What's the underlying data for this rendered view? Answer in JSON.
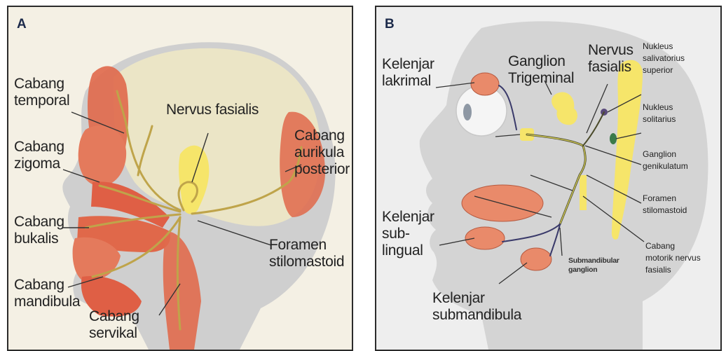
{
  "panel_a": {
    "letter": "A",
    "labels": {
      "temporal_1": "Cabang",
      "temporal_2": "temporal",
      "zigoma_1": "Cabang",
      "zigoma_2": "zigoma",
      "bukalis_1": "Cabang",
      "bukalis_2": "bukalis",
      "mandibula_1": "Cabang",
      "mandibula_2": "mandibula",
      "servikal_1": "Cabang",
      "servikal_2": "servikal",
      "nervus": "Nervus fasialis",
      "aurikula_1": "Cabang",
      "aurikula_2": "aurikula",
      "aurikula_3": "posterior",
      "foramen_1": "Foramen",
      "foramen_2": "stilomastoid"
    }
  },
  "panel_b": {
    "letter": "B",
    "labels": {
      "lakrimal_1": "Kelenjar",
      "lakrimal_2": "lakrimal",
      "ganglion_trig_1": "Ganglion",
      "ganglion_trig_2": "Trigeminal",
      "nervus_1": "Nervus",
      "nervus_2": "fasialis",
      "salivatorius_1": "Nukleus",
      "salivatorius_2": "salivatorius",
      "salivatorius_3": "superior",
      "solitarius_1": "Nukleus",
      "solitarius_2": "solitarius",
      "genikulatum_1": "Ganglion",
      "genikulatum_2": "genikulatum",
      "foramen_1": "Foramen",
      "foramen_2": "stilomastoid",
      "motorik_1": "Cabang",
      "motorik_2": "motorik nervus",
      "motorik_3": "fasialis",
      "sublingual_1": "Kelenjar",
      "sublingual_2": "sub-",
      "sublingual_3": "lingual",
      "submandibular_1": "Submandibular",
      "submandibular_2": "ganglion",
      "submandibula_1": "Kelenjar",
      "submandibula_2": "submandibula"
    }
  },
  "colors": {
    "skin": "#d4d4d4",
    "skull": "#ebe5c6",
    "muscle": "#e0684a",
    "nerve": "#c8a84c",
    "nerve_yellow": "#f6e56a",
    "gland": "#e98a6a"
  }
}
